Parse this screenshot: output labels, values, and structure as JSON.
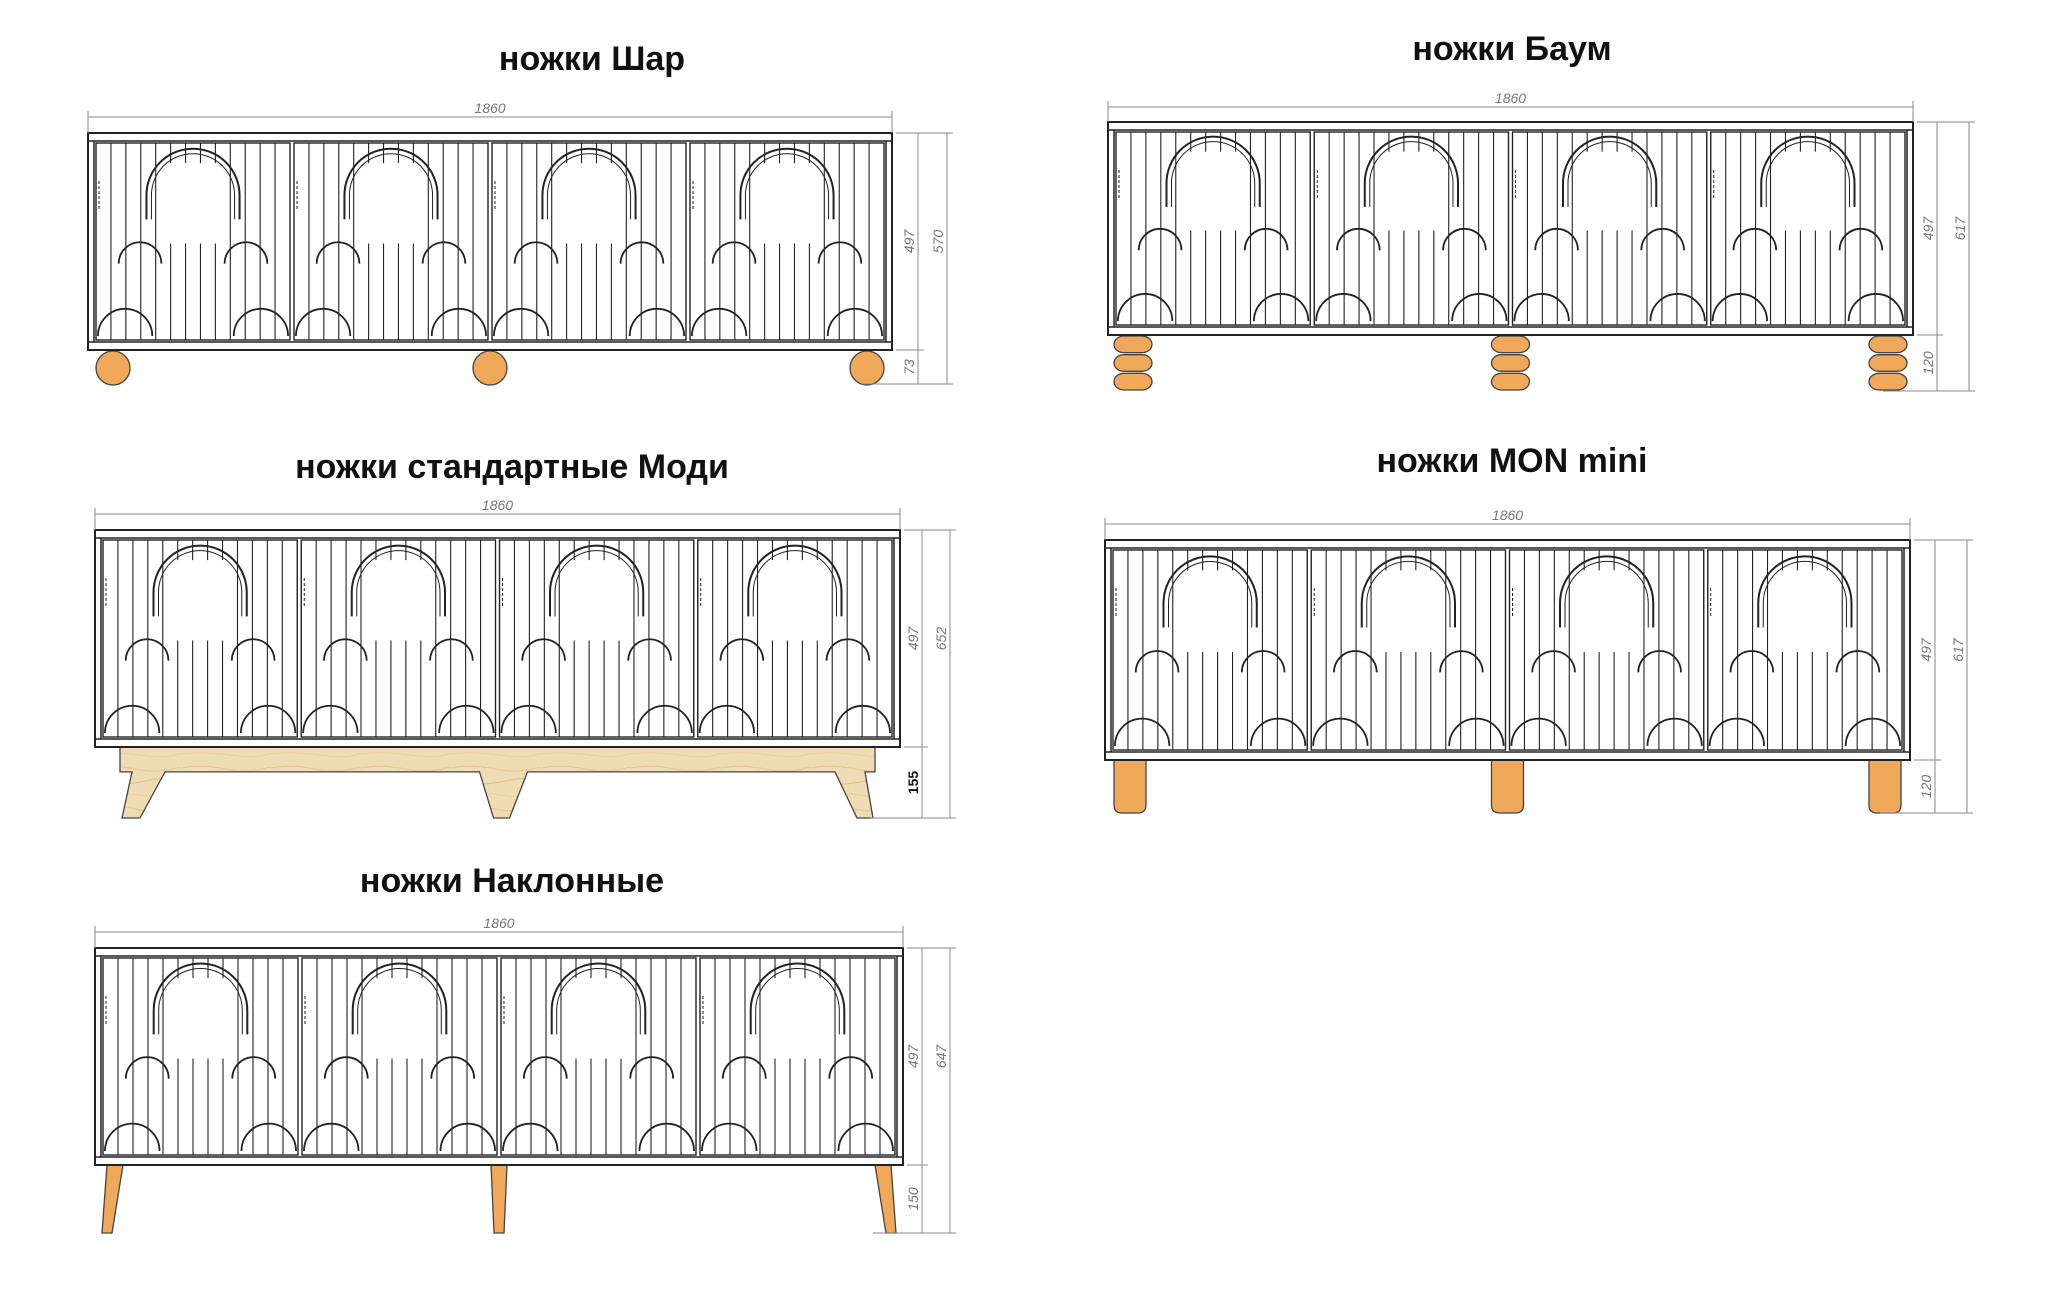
{
  "drawings": [
    {
      "id": "shar",
      "title": "ножки Шар",
      "leg_type": "ball",
      "width_label": "1860",
      "body_height_label": "497",
      "total_height_label": "570",
      "leg_height_label": "73",
      "leg_color": "#f0a85a"
    },
    {
      "id": "baum",
      "title": "ножки Баум",
      "leg_type": "stacked",
      "width_label": "1860",
      "body_height_label": "497",
      "total_height_label": "617",
      "leg_height_label": "120",
      "leg_color": "#f0a85a"
    },
    {
      "id": "modi",
      "title": "ножки стандартные Моди",
      "leg_type": "frame",
      "width_label": "1860",
      "body_height_label": "497",
      "total_height_label": "652",
      "leg_height_label": "155",
      "leg_color": "#efdcb5"
    },
    {
      "id": "mon-mini",
      "title": "ножки MON mini",
      "leg_type": "cylinder",
      "width_label": "1860",
      "body_height_label": "497",
      "total_height_label": "617",
      "leg_height_label": "120",
      "leg_color": "#f0a85a"
    },
    {
      "id": "naklonnye",
      "title": "ножки Наклонные",
      "leg_type": "tapered",
      "width_label": "1860",
      "body_height_label": "497",
      "total_height_label": "647",
      "leg_height_label": "150",
      "leg_color": "#f0a85a"
    }
  ]
}
